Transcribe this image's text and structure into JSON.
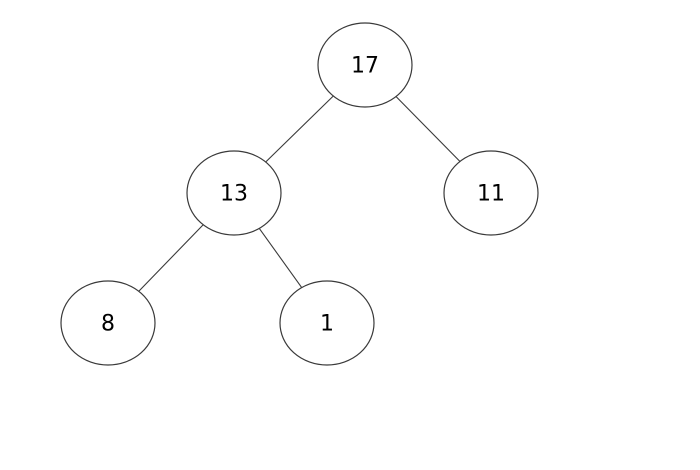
{
  "tree": {
    "nodes": [
      {
        "id": "n17",
        "label": "17"
      },
      {
        "id": "n13",
        "label": "13"
      },
      {
        "id": "n11",
        "label": "11"
      },
      {
        "id": "n8",
        "label": "8"
      },
      {
        "id": "n1",
        "label": "1"
      }
    ],
    "edges": [
      {
        "from": "n17",
        "to": "n13"
      },
      {
        "from": "n17",
        "to": "n11"
      },
      {
        "from": "n13",
        "to": "n8"
      },
      {
        "from": "n13",
        "to": "n1"
      }
    ]
  },
  "colors": {
    "stroke": "#3a3a3a",
    "background": "#ffffff",
    "text": "#000000"
  }
}
